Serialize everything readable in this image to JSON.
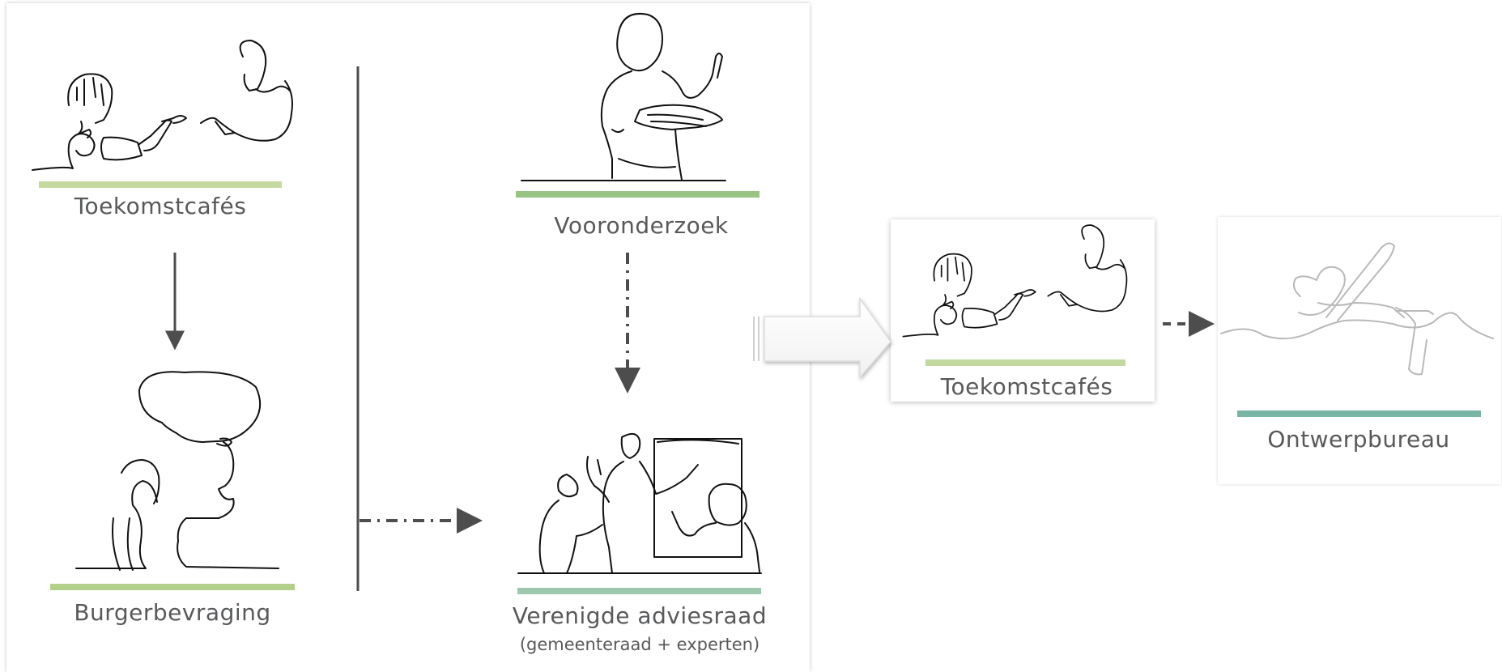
{
  "nodes": {
    "toekomstcafes": {
      "label": "Toekomstcafés",
      "bar_color": "#c3d9a0"
    },
    "burgerbevraging": {
      "label": "Burgerbevraging",
      "bar_color": "#b3d08a"
    },
    "vooronderzoek": {
      "label": "Vooronderzoek",
      "bar_color": "#99c383"
    },
    "verenigde_adviesraad": {
      "label": "Verenigde adviesraad",
      "sublabel": "(gemeenteraad + experten)",
      "bar_color": "#9cc8ad"
    },
    "toekomstcafes_result": {
      "label": "Toekomstcafés",
      "bar_color": "#c3d9a0"
    },
    "ontwerpbureau": {
      "label": "Ontwerpbureau",
      "bar_color": "#79b5a4"
    }
  },
  "icons": {
    "toekomstcafes": "robot-handshake-icon",
    "burgerbevraging": "speech-bubble-person-icon",
    "vooronderzoek": "presenter-with-papers-icon",
    "verenigde_adviesraad": "meeting-flipchart-icon",
    "toekomstcafes_result": "robot-handshake-icon",
    "ontwerpbureau": "hand-writing-icon"
  },
  "colors": {
    "text": "#58595b",
    "arrow": "#4d4d4d"
  }
}
